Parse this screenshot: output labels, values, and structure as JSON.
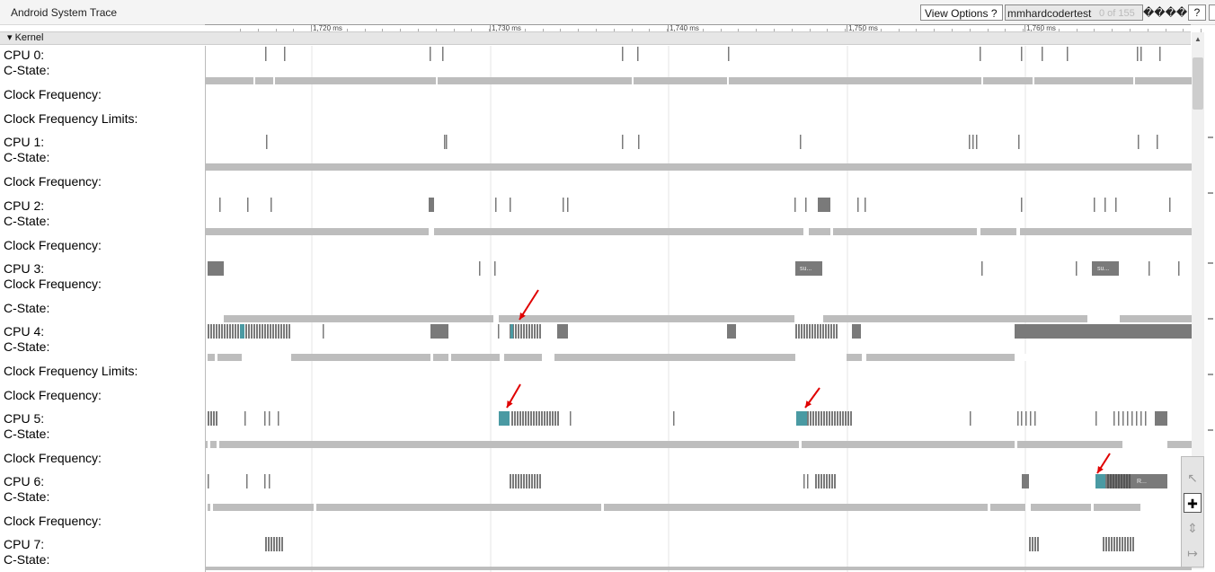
{
  "header": {
    "title": "Android System Trace",
    "view_options_label": "View Options ?",
    "search_value": "mmhardcodertest",
    "search_count": "0 of 155",
    "nav_glyphs": "����",
    "help_label": "?"
  },
  "ruler": {
    "tick_labels": [
      "1,720 ms",
      "1,730 ms",
      "1,740 ms",
      "1,750 ms",
      "1,760 ms"
    ]
  },
  "kernel_section": {
    "label": "Kernel",
    "toggle": "▾"
  },
  "row_labels": [
    "CPU 0:",
    "C-State:",
    "Clock Frequency:",
    "Clock Frequency Limits:",
    "CPU 1:",
    "C-State:",
    "Clock Frequency:",
    "CPU 2:",
    "C-State:",
    "Clock Frequency:",
    "CPU 3:",
    "Clock Frequency:",
    "C-State:",
    "CPU 4:",
    "C-State:",
    "Clock Frequency Limits:",
    "Clock Frequency:",
    "CPU 5:",
    "C-State:",
    "Clock Frequency:",
    "CPU 6:",
    "C-State:",
    "Clock Frequency:",
    "CPU 7:",
    "C-State:"
  ],
  "slice_labels": {
    "cpu3_a": "su...",
    "cpu3_b": "su...",
    "cpu6": "R..."
  },
  "colors": {
    "slice": "#7a7a7a",
    "cstate": "#bdbdbd",
    "highlight": "#4a9aa3",
    "arrow": "#e00000",
    "grid": "#e6e6e6"
  },
  "tools": {
    "select": "select-arrow-icon",
    "pan": "pan-icon",
    "zoom": "zoom-icon",
    "timing": "timing-icon"
  }
}
